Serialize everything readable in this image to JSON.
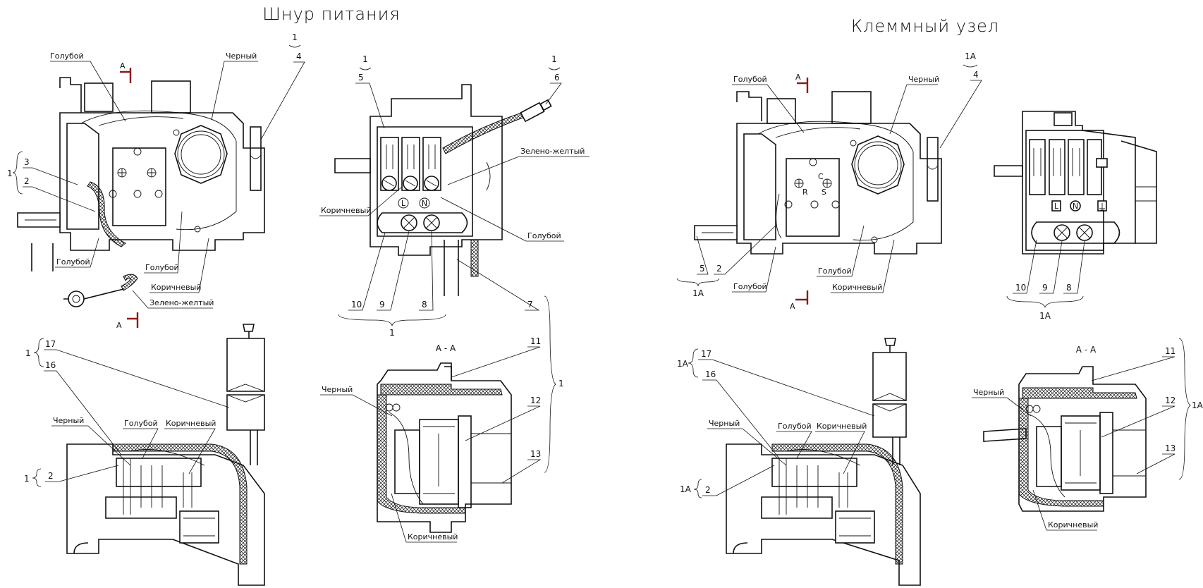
{
  "titles": {
    "left": "Шнур питания",
    "right": "Клеммный узел"
  },
  "colors": {
    "blue": "Голубой",
    "black": "Черный",
    "brown": "Коричневый",
    "green_yellow": "Зелено-желтый"
  },
  "section": {
    "name": "A - A",
    "mark": "A"
  },
  "groups": {
    "one": "1",
    "one_a": "1A"
  },
  "markers": {
    "L": "L",
    "N": "N",
    "C": "C",
    "R": "R",
    "S": "S"
  },
  "left": {
    "top_view": {
      "labels": [
        "Голубой",
        "Черный",
        "Голубой",
        "Голубой",
        "Коричневый",
        "Зелено-желтый"
      ],
      "numbers": [
        "1",
        "4",
        "3",
        "2"
      ]
    },
    "front_view": {
      "labels": [
        "Зелено-желтый",
        "Коричневый",
        "Голубой"
      ],
      "numbers": [
        "1",
        "5",
        "1",
        "6",
        "10",
        "9",
        "8",
        "7"
      ]
    },
    "bottom_view": {
      "labels": [
        "Черный",
        "Голубой",
        "Коричневый"
      ],
      "numbers": [
        "17",
        "16",
        "2"
      ]
    },
    "section_view": {
      "labels": [
        "Черный",
        "Коричневый"
      ],
      "numbers": [
        "11",
        "12",
        "13"
      ]
    }
  },
  "right": {
    "top_view": {
      "labels": [
        "Голубой",
        "Черный",
        "Голубой",
        "Голубой",
        "Коричневый"
      ],
      "numbers": [
        "4",
        "5",
        "2"
      ]
    },
    "front_view": {
      "numbers": [
        "10",
        "9",
        "8"
      ]
    },
    "bottom_view": {
      "labels": [
        "Черный",
        "Голубой",
        "Коричневый"
      ],
      "numbers": [
        "17",
        "16",
        "2"
      ]
    },
    "section_view": {
      "labels": [
        "Черный",
        "Коричневый"
      ],
      "numbers": [
        "11",
        "12",
        "13"
      ]
    }
  }
}
